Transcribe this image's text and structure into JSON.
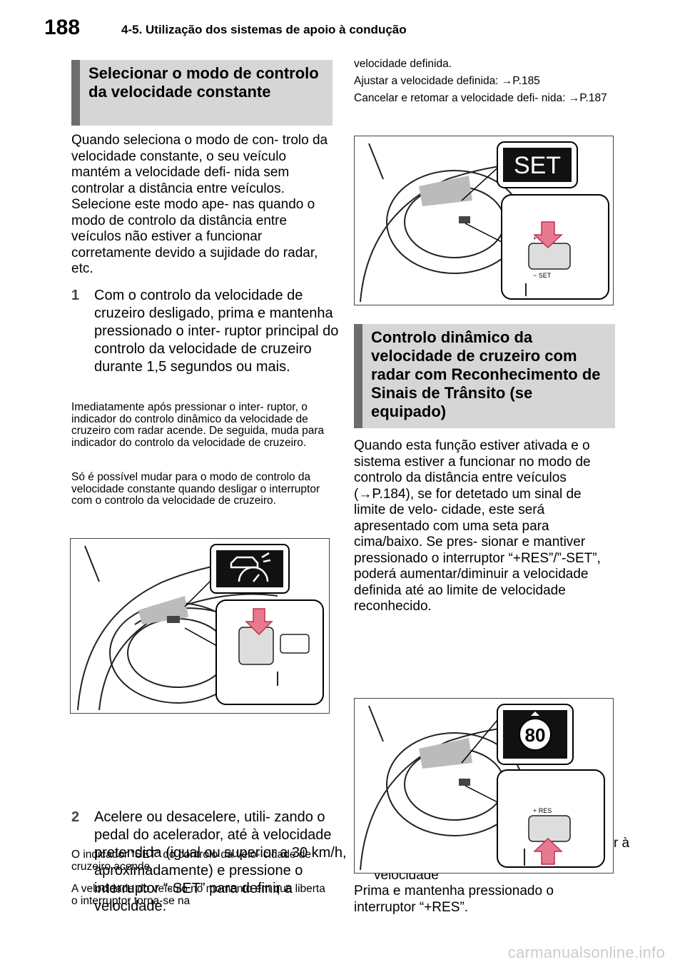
{
  "header": {
    "page_number": "188",
    "chapter_title": "4-5. Utilização dos sistemas de apoio à condução"
  },
  "left": {
    "section_title": "Selecionar o modo de controlo da velocidade constante",
    "intro": "Quando seleciona o modo de con- trolo da velocidade constante, o seu veículo mantém a velocidade defi- nida sem controlar a distância entre veículos. Selecione este modo ape- nas quando o modo de controlo da distância entre veículos não estiver a funcionar corretamente devido a sujidade do radar, etc.",
    "step1_num": "1",
    "step1_text": "Com o controlo da velocidade de cruzeiro desligado, prima e mantenha pressionado o inter- ruptor principal do controlo da velocidade de cruzeiro durante 1,5 segundos ou mais.",
    "note1": "Imediatamente após pressionar o inter- ruptor, o indicador do controlo dinâmico da velocidade de cruzeiro com radar acende. De seguida, muda para indicador do controlo da velocidade de cruzeiro.",
    "note2": "Só é possível mudar para o modo de controlo da velocidade constante quando desligar o interruptor com o controlo da velocidade de cruzeiro.",
    "step2_num": "2",
    "step2_text": "Acelere ou desacelere, utili- zando o pedal do acelerador, até à velocidade pretendida (igual ou superior a 30 km/h, aproximadamente) e pressione o interruptor “-SET” para definir a velocidade.",
    "note3": "O indicador “SET” do controlo da velo- cidade de cruzeiro acende.",
    "note4": "A velocidade do veículo no momento em que liberta o interruptor torna-se na"
  },
  "right": {
    "cont1": "velocidade definida.",
    "cont2": "Ajustar a velocidade definida: →P.185",
    "cont3": "Cancelar e retomar a velocidade defi- nida: →P.187",
    "figure1_label": "SET",
    "figure1_switch_top": "+ RES",
    "figure1_switch_bottom": "− SET",
    "section_title": "Controlo dinâmico da velocidade de cruzeiro com radar com Reconhecimento de Sinais de Trânsito (se equipado)",
    "para": "Quando esta função estiver ativada e o sistema estiver a funcionar no modo de controlo da distância entre veículos (→P.184), se for detetado um sinal de limite de velo- cidade, este será apresentado com uma seta para cima/baixo. Se pres- sionar e mantiver pressionado o interruptor “+RES”/”-SET”, poderá aumentar/diminuir a velocidade definida até ao limite de velocidade reconhecido.",
    "bullet": "Quando a velocidade definida for inferior à reconhecida como sendo o limite de velocidade",
    "figure2_sign": "80",
    "figure2_switch_top": "+ RES",
    "final": "Prima e mantenha pressionado o interruptor “+RES”."
  },
  "watermark": "carmanualsonline.info"
}
